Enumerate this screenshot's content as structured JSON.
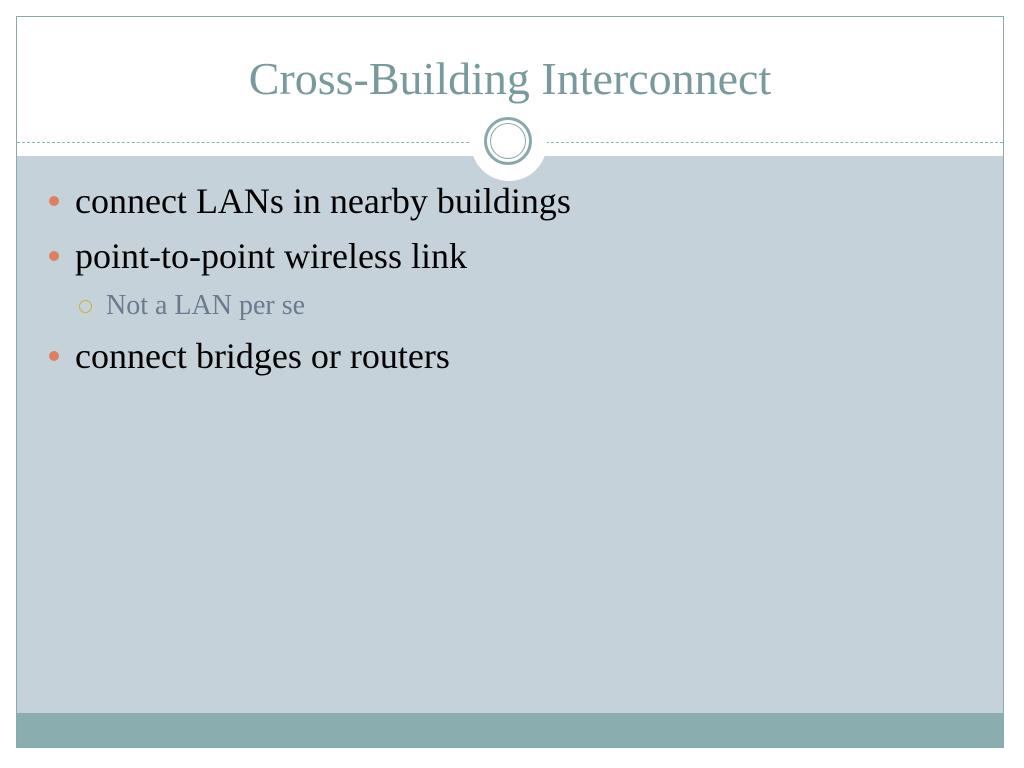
{
  "slide": {
    "title": "Cross-Building Interconnect",
    "bullets": [
      {
        "text": "connect LANs in nearby buildings"
      },
      {
        "text": "point-to-point wireless link",
        "sub": [
          {
            "text": "Not a LAN per se"
          }
        ]
      },
      {
        "text": "connect bridges or routers"
      }
    ]
  },
  "colors": {
    "title": "#789a9c",
    "body_background": "#c6d2d9",
    "bullet_dot": "#dd8060",
    "sub_bullet_ring": "#c9b330",
    "sub_text": "#6c7a90",
    "footer_bar": "#8aaeb0"
  }
}
